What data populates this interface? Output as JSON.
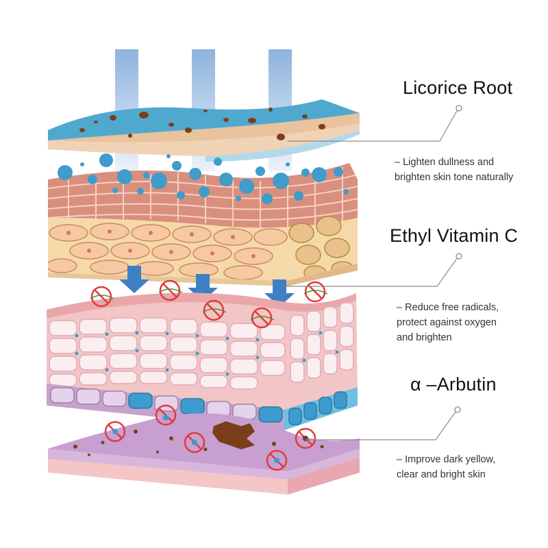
{
  "ingredients": [
    {
      "name": "Licorice Root",
      "lines": [
        "– Lighten dullness and",
        "brighten skin tone naturally"
      ]
    },
    {
      "name": "Ethyl Vitamin C",
      "lines": [
        "– Reduce free radicals,",
        "protect against oxygen",
        "and brighten"
      ]
    },
    {
      "name": "α –Arbutin",
      "lines": [
        "– Improve dark yellow,",
        "clear and bright skin"
      ]
    }
  ],
  "colors": {
    "surface_blue": "#4fa9cf",
    "bubble_blue": "#3f9ccb",
    "arrow_blue": "#3f7fc6",
    "tissue_pink": "#f1b7ad",
    "cell_cream": "#f5d9a9",
    "cell_white": "#fbeef0",
    "basal_purple": "#c7a2c9",
    "melanin_brown": "#7a3f1a",
    "forbid_red": "#e23a3a",
    "callout_gray": "#8a8a8a"
  }
}
